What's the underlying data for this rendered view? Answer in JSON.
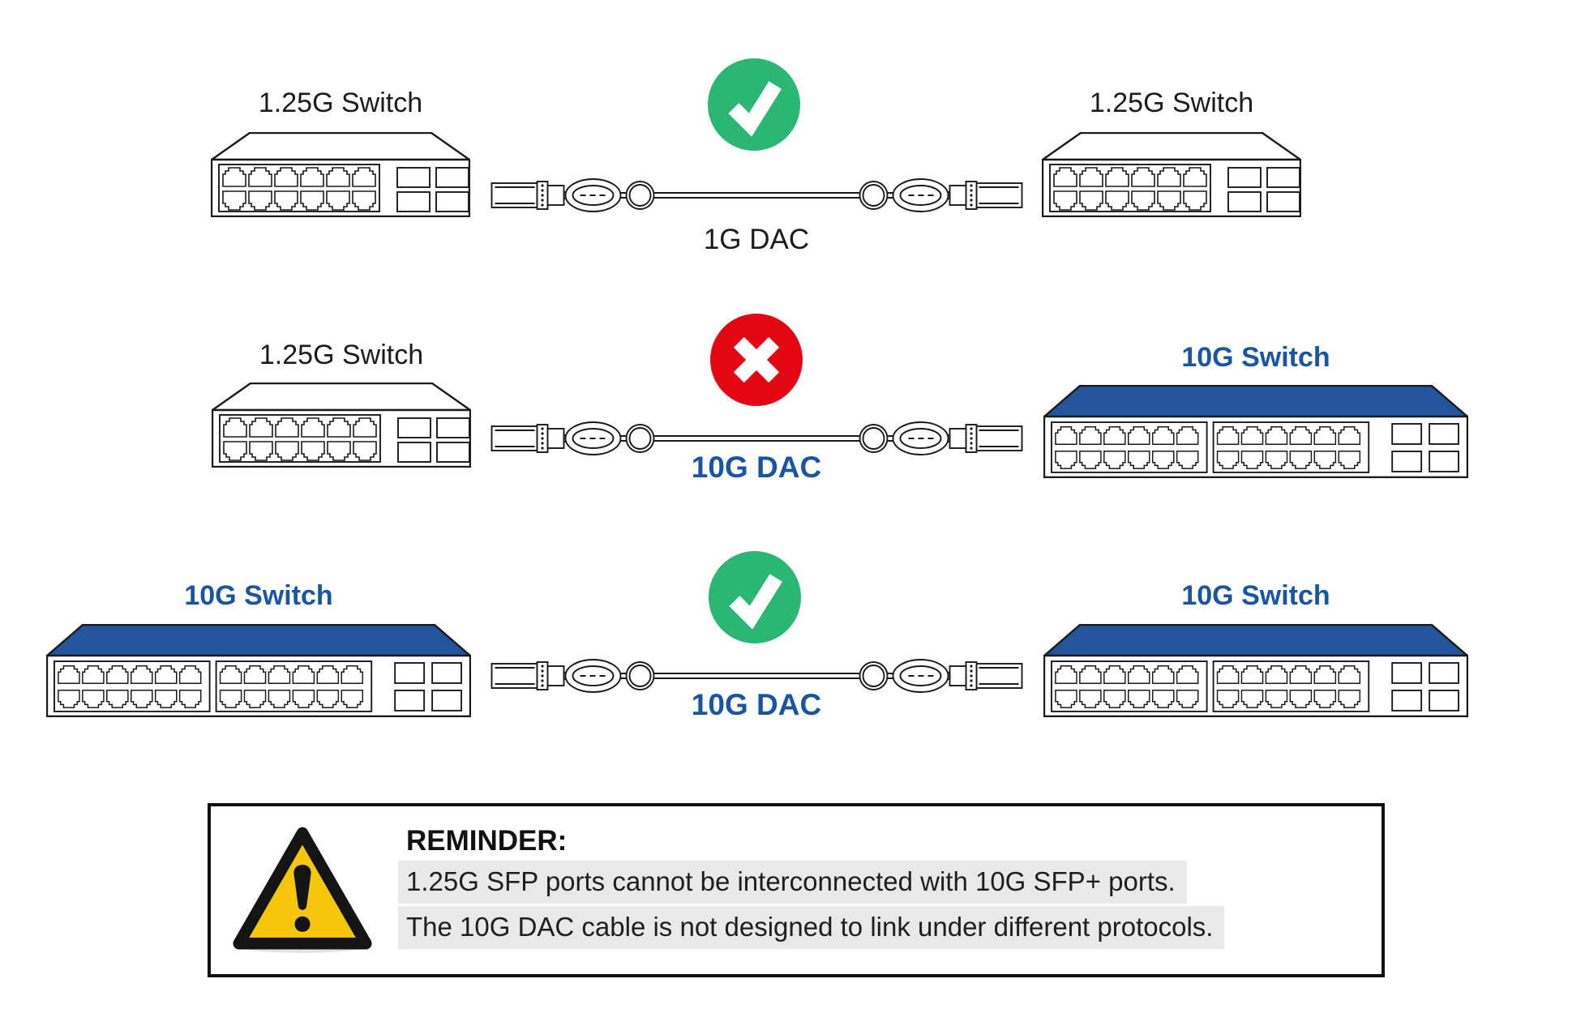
{
  "colors": {
    "green": "#2BB673",
    "red": "#E30613",
    "blue_top": "#24549C",
    "blue_text": "#1A55A4",
    "text_dark": "#1C1C1C",
    "highlight": "#E9E9E9",
    "warn_yellow": "#F6C60D",
    "outline": "#1A1A1A"
  },
  "rows": [
    {
      "left_switch": {
        "type": "1.25G",
        "label": "1.25G Switch"
      },
      "right_switch": {
        "type": "1.25G",
        "label": "1.25G Switch"
      },
      "status": "allowed",
      "status_icon": "check-icon",
      "cable_label": "1G DAC"
    },
    {
      "left_switch": {
        "type": "1.25G",
        "label": "1.25G Switch"
      },
      "right_switch": {
        "type": "10G",
        "label": "10G Switch"
      },
      "status": "not-allowed",
      "status_icon": "cross-icon",
      "cable_label": "10G DAC"
    },
    {
      "left_switch": {
        "type": "10G",
        "label": "10G Switch"
      },
      "right_switch": {
        "type": "10G",
        "label": "10G Switch"
      },
      "status": "allowed",
      "status_icon": "check-icon",
      "cable_label": "10G DAC"
    }
  ],
  "reminder": {
    "title": "REMINDER:",
    "icon": "warning-icon",
    "lines": [
      "1.25G SFP ports cannot be interconnected with 10G SFP+ ports.",
      "The 10G DAC cable is not designed to link under different protocols."
    ]
  }
}
